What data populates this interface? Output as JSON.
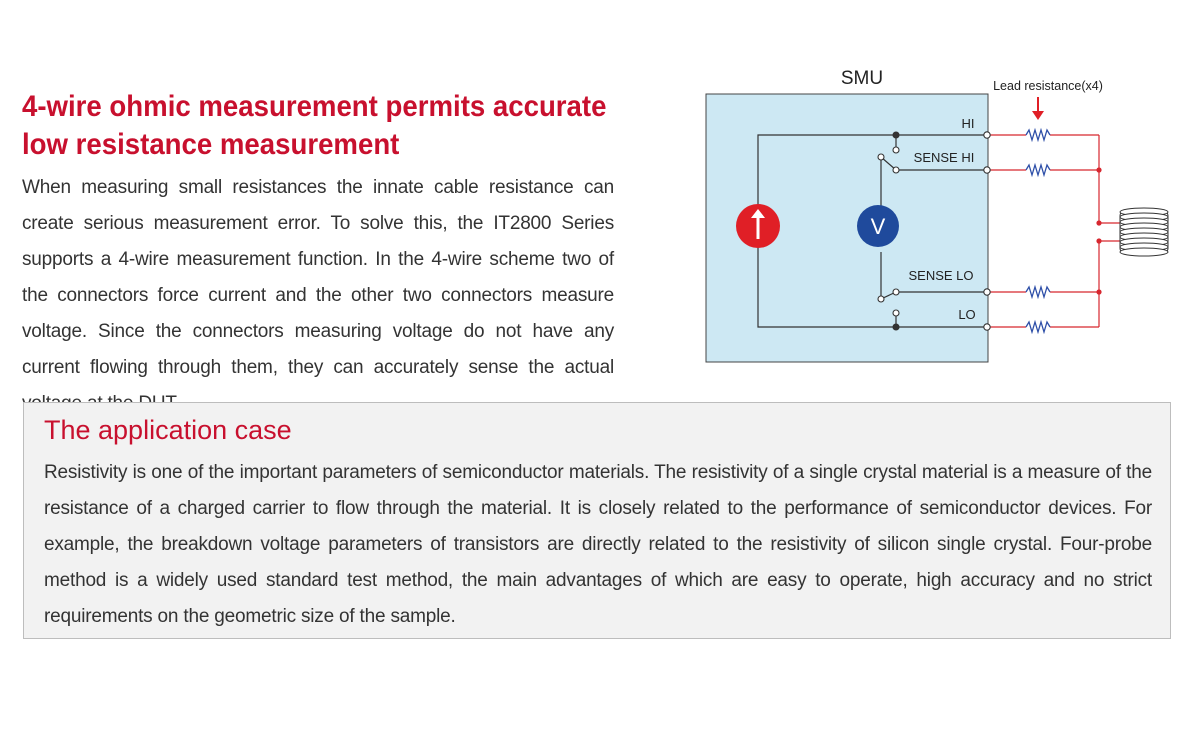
{
  "heading": {
    "line1": "4-wire ohmic measurement permits accurate",
    "line2": "low resistance measurement"
  },
  "intro_text": "When measuring small resistances the innate cable resistance can create serious measurement error. To solve this, the IT2800 Series supports a 4-wire measurement function. In the 4-wire scheme two of the connectors force current and the other two connectors measure voltage. Since the connectors measuring voltage do not have any current flowing through them, they can accurately sense the actual voltage at the DUT.",
  "diagram": {
    "smu_label": "SMU",
    "lead_resistance_label": "Lead resistance(x4)",
    "terminals": {
      "hi": "HI",
      "sense_hi": "SENSE HI",
      "sense_lo": "SENSE LO",
      "lo": "LO"
    },
    "voltmeter_symbol": "V",
    "colors": {
      "smu_fill": "#cde8f3",
      "wire_red": "#d7272f",
      "resistor_blue": "#2e4fa8",
      "source_red": "#e01f26",
      "voltmeter_blue": "#1f4a9c"
    }
  },
  "application": {
    "title": "The application case",
    "body": "Resistivity is one of the important parameters of semiconductor materials. The resistivity of a single crystal material is a measure of the resistance of a charged carrier to flow through the material. It is closely related to the performance of semiconductor devices. For example, the breakdown voltage parameters of transistors are directly related to the resistivity of silicon single crystal. Four-probe method is a widely used standard test method, the main advantages of which are easy to operate, high accuracy and no strict requirements on the geometric size of the sample."
  }
}
